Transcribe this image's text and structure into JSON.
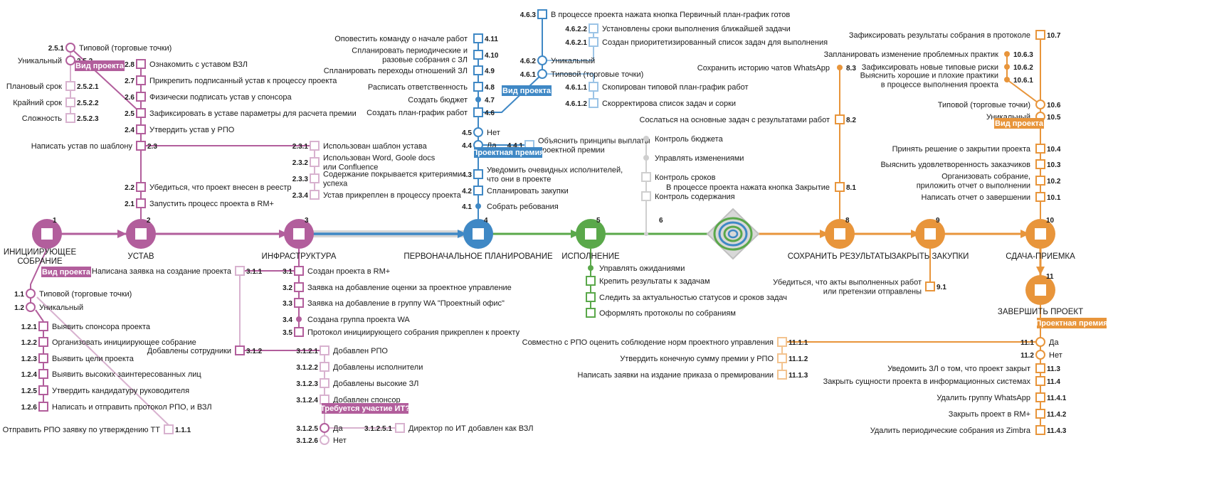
{
  "colors": {
    "purple": "#b25e9c",
    "purple_light": "#d8b2cf",
    "blue": "#3f88c5",
    "blue_light": "#9cc4e6",
    "green": "#5aa84a",
    "gray": "#cfcfcf",
    "orange": "#e8953b",
    "orange_light": "#f3c38f"
  },
  "main_stations": [
    {
      "num": "1",
      "label_lines": [
        "ИНИЦИИРУЮЩЕЕ",
        "СОБРАНИЕ"
      ],
      "color": "purple"
    },
    {
      "num": "2",
      "label_lines": [
        "УСТАВ"
      ],
      "color": "purple"
    },
    {
      "num": "3",
      "label_lines": [
        "ИНФРАСТРУКТУРА"
      ],
      "color": "purple"
    },
    {
      "num": "4",
      "label_lines": [
        "ПЕРВОНАЧАЛЬНОЕ ПЛАНИРОВАНИЕ"
      ],
      "color": "blue"
    },
    {
      "num": "5",
      "label_lines": [
        "ИСПОЛНЕНИЕ"
      ],
      "color": "green"
    },
    {
      "num": "6",
      "label_lines": [],
      "color": "gray"
    },
    {
      "num": "8",
      "label_lines": [
        "СОХРАНИТЬ РЕЗУЛЬТАТЫ"
      ],
      "color": "orange"
    },
    {
      "num": "9",
      "label_lines": [
        "ЗАКРЫТЬ ЗАКУПКИ"
      ],
      "color": "orange"
    },
    {
      "num": "10",
      "label_lines": [
        "СДАЧА-ПРИЕМКА"
      ],
      "color": "orange"
    },
    {
      "num": "11",
      "label_lines": [
        "ЗАВЕРШИТЬ ПРОЕКТ"
      ],
      "color": "orange"
    }
  ],
  "tags": [
    {
      "key": "t1",
      "text": "Вид проекта",
      "color": "purple"
    },
    {
      "key": "t2",
      "text": "Вид проекта",
      "color": "purple"
    },
    {
      "key": "t3",
      "text": "Требуется участие ИТ?",
      "color": "purple"
    },
    {
      "key": "t4",
      "text": "Вид проекта",
      "color": "blue"
    },
    {
      "key": "t5",
      "text": "Проектная премия",
      "color": "blue"
    },
    {
      "key": "t6",
      "text": "Вид проекта",
      "color": "orange"
    },
    {
      "key": "t7",
      "text": "Проектная премия",
      "color": "orange"
    }
  ],
  "nodes": [
    {
      "key": "n1_1",
      "num": "1.1",
      "text": "Типовой (торговые точки)",
      "color": "purple"
    },
    {
      "key": "n1_2",
      "num": "1.2",
      "text": "Уникальный",
      "color": "purple"
    },
    {
      "key": "n1_2_1",
      "num": "1.2.1",
      "text": "Выявить спонсора проекта",
      "color": "purple"
    },
    {
      "key": "n1_2_2",
      "num": "1.2.2",
      "text": "Организовать инициирующее собрание",
      "color": "purple"
    },
    {
      "key": "n1_2_3",
      "num": "1.2.3",
      "text": "Выявить цели проекта",
      "color": "purple"
    },
    {
      "key": "n1_2_4",
      "num": "1.2.4",
      "text": "Выявить высоких заинтересованных лиц",
      "color": "purple"
    },
    {
      "key": "n1_2_5",
      "num": "1.2.5",
      "text": "Утвердить кандидатуру руководителя",
      "color": "purple"
    },
    {
      "key": "n1_2_6",
      "num": "1.2.6",
      "text": "Написать и отправить протокол РПО, и ВЗЛ",
      "color": "purple"
    },
    {
      "key": "n1_1_1",
      "num": "1.1.1",
      "text": "Отправить РПО заявку по утверждению ТТ",
      "color": "purple"
    },
    {
      "key": "n2_1",
      "num": "2.1",
      "text": "Запустить процесс проекта в RM+",
      "color": "purple"
    },
    {
      "key": "n2_2",
      "num": "2.2",
      "text": "Убедиться, что проект внесен в реестр",
      "color": "purple"
    },
    {
      "key": "n2_3",
      "num": "2.3",
      "text": "Написать устав по шаблону",
      "color": "purple"
    },
    {
      "key": "n2_4",
      "num": "2.4",
      "text": "Утвердить устав у РПО",
      "color": "purple"
    },
    {
      "key": "n2_5",
      "num": "2.5",
      "text": "Зафиксировать в уставе параметры для расчета премии",
      "color": "purple"
    },
    {
      "key": "n2_6",
      "num": "2.6",
      "text": "Физически подписать устав у спонсора",
      "color": "purple"
    },
    {
      "key": "n2_7",
      "num": "2.7",
      "text": "Прикрепить подписанный устав к процессу проекта",
      "color": "purple"
    },
    {
      "key": "n2_8",
      "num": "2.8",
      "text": "Ознакомить с уставом ВЗЛ",
      "color": "purple"
    },
    {
      "key": "n2_5_1",
      "num": "2.5.1",
      "text": "Типовой (торговые точки)",
      "color": "purple"
    },
    {
      "key": "n2_5_2",
      "num": "2.5.2",
      "text": "Уникальный",
      "color": "purple"
    },
    {
      "key": "n2_5_2_1",
      "num": "2.5.2.1",
      "text": "Плановый срок",
      "color": "purple"
    },
    {
      "key": "n2_5_2_2",
      "num": "2.5.2.2",
      "text": "Крайний срок",
      "color": "purple"
    },
    {
      "key": "n2_5_2_3",
      "num": "2.5.2.3",
      "text": "Сложность",
      "color": "purple"
    },
    {
      "key": "n2_3_1",
      "num": "2.3.1",
      "text": "Использован шаблон устава",
      "color": "purple"
    },
    {
      "key": "n2_3_2",
      "num": "2.3.2",
      "text_lines": [
        "Использован Word, Goole docs",
        "или Confluence"
      ],
      "color": "purple"
    },
    {
      "key": "n2_3_3",
      "num": "2.3.3",
      "text_lines": [
        "Содержание покрывается критериями",
        "успеха"
      ],
      "color": "purple"
    },
    {
      "key": "n2_3_4",
      "num": "2.3.4",
      "text": "Устав прикреплен в процессу проекта",
      "color": "purple"
    },
    {
      "key": "n3_1",
      "num": "3.1",
      "text": "Создан проекта в RM+",
      "color": "purple"
    },
    {
      "key": "n3_2",
      "num": "3.2",
      "text": "Заявка на добавление оценки за проектное управление",
      "color": "purple"
    },
    {
      "key": "n3_3",
      "num": "3.3",
      "text": "Заявка на добавление в группу WA \"Проектный офис\"",
      "color": "purple"
    },
    {
      "key": "n3_4",
      "num": "3.4",
      "text": "Создана группа проекта WA",
      "color": "purple"
    },
    {
      "key": "n3_5",
      "num": "3.5",
      "text": "Протокол инициирующего собрания прикреплен к проекту",
      "color": "purple"
    },
    {
      "key": "n3_1_1",
      "num": "3.1.1",
      "text": "Написана заявка на создание проекта",
      "color": "purple"
    },
    {
      "key": "n3_1_2",
      "num": "3.1.2",
      "text": "Добавлены сотрудники",
      "color": "purple"
    },
    {
      "key": "n3_1_2_1",
      "num": "3.1.2.1",
      "text": "Добавлен РПО",
      "color": "purple"
    },
    {
      "key": "n3_1_2_2",
      "num": "3.1.2.2",
      "text": "Добавлены исполнители",
      "color": "purple"
    },
    {
      "key": "n3_1_2_3",
      "num": "3.1.2.3",
      "text": "Добавлены высокие ЗЛ",
      "color": "purple"
    },
    {
      "key": "n3_1_2_4",
      "num": "3.1.2.4",
      "text": "Добавлен спонсор",
      "color": "purple"
    },
    {
      "key": "n3_1_2_5",
      "num": "3.1.2.5",
      "text": "Да",
      "color": "purple"
    },
    {
      "key": "n3_1_2_6",
      "num": "3.1.2.6",
      "text": "Нет",
      "color": "purple"
    },
    {
      "key": "n3_1_2_5_1",
      "num": "3.1.2.5.1",
      "text": "Директор по ИТ добавлен как ВЗЛ",
      "color": "purple"
    },
    {
      "key": "n4_1",
      "num": "4.1",
      "text": "Собрать ребования",
      "color": "blue"
    },
    {
      "key": "n4_2",
      "num": "4.2",
      "text": "Спланировать закупки",
      "color": "blue"
    },
    {
      "key": "n4_3",
      "num": "4.3",
      "text_lines": [
        "Уведомить очевидных исполнителей,",
        "что они в проекте"
      ],
      "color": "blue"
    },
    {
      "key": "n4_4",
      "num": "4.4",
      "text": "Да",
      "color": "blue"
    },
    {
      "key": "n4_4_1",
      "num": "4.4.1",
      "text_lines": [
        "Объяснить принципы выплаты",
        "проектной премии"
      ],
      "color": "blue"
    },
    {
      "key": "n4_5",
      "num": "4.5",
      "text": "Нет",
      "color": "blue"
    },
    {
      "key": "n4_6",
      "num": "4.6",
      "text": "Создать план-график работ",
      "color": "blue"
    },
    {
      "key": "n4_7",
      "num": "4.7",
      "text": "Создать бюджет",
      "color": "blue"
    },
    {
      "key": "n4_8",
      "num": "4.8",
      "text": "Расписать ответственность",
      "color": "blue"
    },
    {
      "key": "n4_9",
      "num": "4.9",
      "text": "Спланировать переходы отношений ЗЛ",
      "color": "blue"
    },
    {
      "key": "n4_10",
      "num": "4.10",
      "text_lines": [
        "Спланировать периодические и",
        "разовые собрания с ЗЛ"
      ],
      "color": "blue"
    },
    {
      "key": "n4_11",
      "num": "4.11",
      "text": "Оповестить команду о начале работ",
      "color": "blue"
    },
    {
      "key": "n4_6_1",
      "num": "4.6.1",
      "text": "Типовой (торговые точки)",
      "color": "blue"
    },
    {
      "key": "n4_6_2",
      "num": "4.6.2",
      "text": "Уникальный",
      "color": "blue"
    },
    {
      "key": "n4_6_3",
      "num": "4.6.3",
      "text": "В процессе проекта нажата кнопка Первичный план-график готов",
      "color": "blue"
    },
    {
      "key": "n4_6_1_1",
      "num": "4.6.1.1",
      "text": "Скопирован типовой план-график работ",
      "color": "blue"
    },
    {
      "key": "n4_6_1_2",
      "num": "4.6.1.2",
      "text": "Скорректирова список задач и сорки",
      "color": "blue"
    },
    {
      "key": "n4_6_2_1",
      "num": "4.6.2.1",
      "text": "Создан приоритетизированный список задач для выполнения",
      "color": "blue"
    },
    {
      "key": "n4_6_2_2",
      "num": "4.6.2.2",
      "text": "Установлены сроки выполнения ближайшей задачи",
      "color": "blue"
    },
    {
      "key": "n5_a",
      "text": "Управлять ожиданиями",
      "color": "green"
    },
    {
      "key": "n5_b",
      "text": "Крепить результаты к задачам",
      "color": "green"
    },
    {
      "key": "n5_c",
      "text": "Следить за актуальностью статусов и сроков задач",
      "color": "green"
    },
    {
      "key": "n5_d",
      "text": "Оформлять протоколы по собраниям",
      "color": "green"
    },
    {
      "key": "n6_a",
      "text": "Контроль бюджета",
      "color": "gray"
    },
    {
      "key": "n6_b",
      "text": "Управлять изменениями",
      "color": "gray"
    },
    {
      "key": "n6_c",
      "text": "Контроль сроков",
      "color": "gray"
    },
    {
      "key": "n6_d",
      "text": "Контроль содержания",
      "color": "gray"
    },
    {
      "key": "n8_1",
      "num": "8.1",
      "text": "В процессе проекта нажата кнопка Закрытие",
      "color": "orange"
    },
    {
      "key": "n8_2",
      "num": "8.2",
      "text": "Сослаться на основные задач с результатами работ",
      "color": "orange"
    },
    {
      "key": "n8_3",
      "num": "8.3",
      "text": "Сохранить историю чатов WhatsApp",
      "color": "orange"
    },
    {
      "key": "n9_1",
      "num": "9.1",
      "text_lines": [
        "Убедиться, что акты выполненных работ",
        "или претензии отправлены"
      ],
      "color": "orange"
    },
    {
      "key": "n10_1",
      "num": "10.1",
      "text": "Написать отчет о завершении",
      "color": "orange"
    },
    {
      "key": "n10_2",
      "num": "10.2",
      "text_lines": [
        "Организовать собрание,",
        "приложить отчет о выполнении"
      ],
      "color": "orange"
    },
    {
      "key": "n10_3",
      "num": "10.3",
      "text": "Выяснить удовлетворенность заказчиков",
      "color": "orange"
    },
    {
      "key": "n10_4",
      "num": "10.4",
      "text": "Принять решение о закрытии проекта",
      "color": "orange"
    },
    {
      "key": "n10_5",
      "num": "10.5",
      "text": "Уникальный",
      "color": "orange"
    },
    {
      "key": "n10_6",
      "num": "10.6",
      "text": "Типовой (торговые точки)",
      "color": "orange"
    },
    {
      "key": "n10_6_1",
      "num": "10.6.1",
      "text_lines": [
        "Выяснить хорошие и плохие практики",
        "в процессе выполнения проекта"
      ],
      "color": "orange"
    },
    {
      "key": "n10_6_2",
      "num": "10.6.2",
      "text": "Зафиксировать новые типовые риски",
      "color": "orange"
    },
    {
      "key": "n10_6_3",
      "num": "10.6.3",
      "text": "Запланировать изменение проблемных практик",
      "color": "orange"
    },
    {
      "key": "n10_7",
      "num": "10.7",
      "text": "Зафиксировать результаты собрания в протоколе",
      "color": "orange"
    },
    {
      "key": "n11_1",
      "num": "11.1",
      "text": "Да",
      "color": "orange"
    },
    {
      "key": "n11_2",
      "num": "11.2",
      "text": "Нет",
      "color": "orange"
    },
    {
      "key": "n11_3",
      "num": "11.3",
      "text": "Уведомить ЗЛ о том, что проект закрыт",
      "color": "orange"
    },
    {
      "key": "n11_4",
      "num": "11.4",
      "text": "Закрыть сущности проекта в информационных системах",
      "color": "orange"
    },
    {
      "key": "n11_4_1",
      "num": "11.4.1",
      "text": "Удалить группу WhatsApp",
      "color": "orange"
    },
    {
      "key": "n11_4_2",
      "num": "11.4.2",
      "text": "Закрыть проект в RM+",
      "color": "orange"
    },
    {
      "key": "n11_4_3",
      "num": "11.4.3",
      "text": "Удалить периодические собрания из Zimbra",
      "color": "orange"
    },
    {
      "key": "n11_1_1",
      "num": "11.1.1",
      "text": "Совместно с РПО оценить соблюдение норм проектного управления",
      "color": "orange"
    },
    {
      "key": "n11_1_2",
      "num": "11.1.2",
      "text": "Утвердить конечную сумму премии у РПО",
      "color": "orange"
    },
    {
      "key": "n11_1_3",
      "num": "11.1.3",
      "text": "Написать заявки на издание приказа о премировании",
      "color": "orange"
    }
  ]
}
